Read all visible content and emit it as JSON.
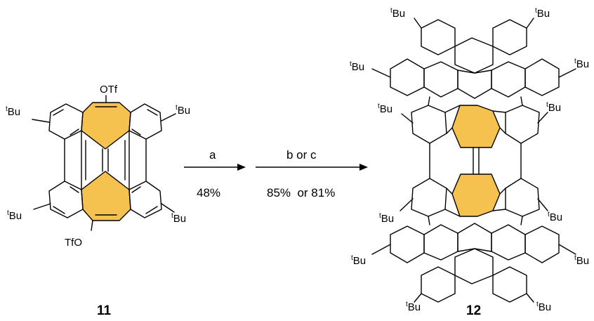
{
  "compounds": [
    {
      "number": "11",
      "labels": {
        "tbu_upper_left": "Bu",
        "tbu_upper_right": "Bu",
        "tbu_lower_left": "Bu",
        "tbu_lower_right": "Bu",
        "sup": "t",
        "otf": "OTf",
        "tfo": "TfO"
      }
    },
    {
      "number": "12",
      "labels": {
        "tbu": "Bu",
        "sup": "t"
      }
    }
  ],
  "arrows": [
    {
      "reagent": "a",
      "yield": "48%"
    },
    {
      "reagent": "b or c",
      "yield": "85%  or 81%"
    }
  ],
  "colors": {
    "highlight": "#f6c24f",
    "line": "#000000"
  }
}
